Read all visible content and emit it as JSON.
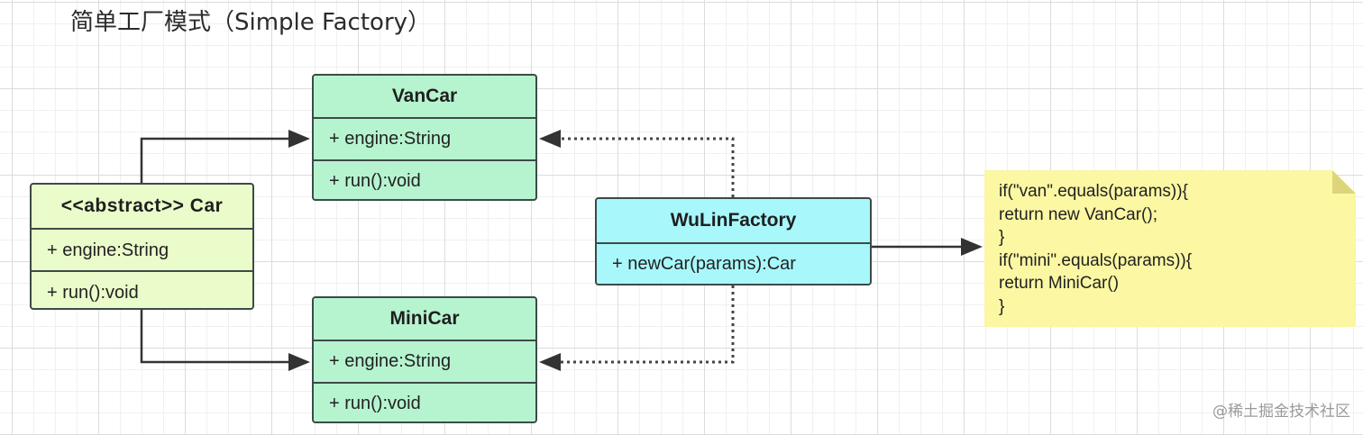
{
  "title": "简单工厂模式（Simple Factory）",
  "classes": {
    "car": {
      "name": "<<abstract>> Car",
      "attribute": "+ engine:String",
      "method": "+ run():void",
      "color": "#eafcc9"
    },
    "vancar": {
      "name": "VanCar",
      "attribute": "+ engine:String",
      "method": "+ run():void",
      "color": "#b6f4cf"
    },
    "minicar": {
      "name": "MiniCar",
      "attribute": "+ engine:String",
      "method": "+ run():void",
      "color": "#b6f4cf"
    },
    "factory": {
      "name": "WuLinFactory",
      "method": "+ newCar(params):Car",
      "color": "#a8f7fb"
    }
  },
  "note": {
    "lines": [
      "if(\"van\".equals(params)){",
      "return new VanCar();",
      "}",
      "if(\"mini\".equals(params)){",
      "return MiniCar()",
      "}"
    ],
    "color": "#fbf7a2"
  },
  "watermark": "@稀土掘金技术社区"
}
